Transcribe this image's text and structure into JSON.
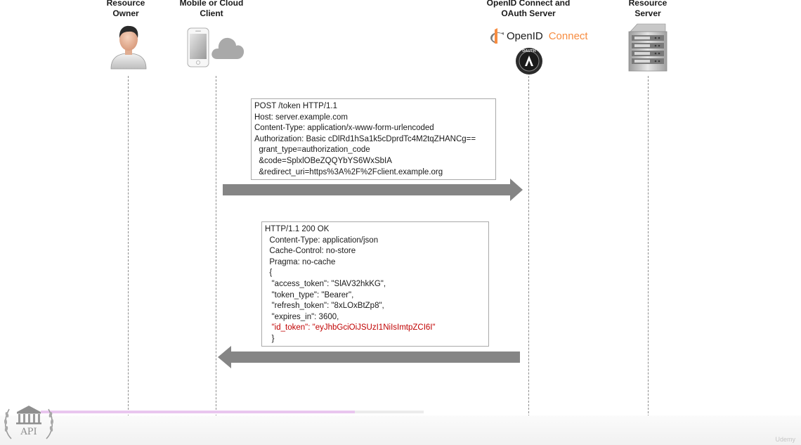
{
  "actors": {
    "resource_owner": "Resource\nOwner",
    "client": "Mobile or Cloud\nClient",
    "auth_server": "OpenID Connect and\nOAuth Server",
    "resource_server": "Resource\nServer"
  },
  "logos": {
    "openid_word": "OpenID",
    "connect_word": "Connect",
    "oauth_badge": "OAUTH",
    "api_logo": "API"
  },
  "request": {
    "lines": [
      "POST /token HTTP/1.1",
      "Host: server.example.com",
      "Content-Type: application/x-www-form-urlencoded",
      "Authorization: Basic cDlRd1hSa1k5cDprdTc4M2tqZHANCg==",
      "  grant_type=authorization_code",
      "  &code=SplxlOBeZQQYbYS6WxSbIA",
      "  &redirect_uri=https%3A%2F%2Fclient.example.org"
    ]
  },
  "response": {
    "lines": [
      "HTTP/1.1 200 OK",
      "  Content-Type: application/json",
      "  Cache-Control: no-store",
      "  Pragma: no-cache",
      "  {",
      "   \"access_token\": \"SlAV32hkKG\",",
      "   \"token_type\": \"Bearer\",",
      "   \"refresh_token\": \"8xLOxBtZp8\",",
      "   \"expires_in\": 3600,"
    ],
    "id_token_line": "   \"id_token\": \"eyJhbGciOiJSUzI1NiIsImtpZCI6I\"",
    "closing_line": "   }"
  },
  "player": {
    "progress": 0.82,
    "watermark": "Udemy"
  },
  "colors": {
    "arrow": "#858585",
    "id_token": "#c00000",
    "openid_orange": "#f78c40",
    "progress_fill": "#e9c6ef"
  },
  "icons": [
    "person-icon",
    "phone-icon",
    "cloud-icon",
    "openid-icon",
    "oauth-badge-icon",
    "server-rack-icon",
    "api-university-logo"
  ]
}
